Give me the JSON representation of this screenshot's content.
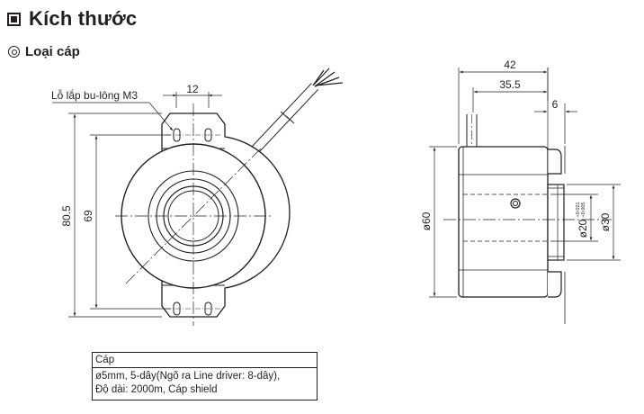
{
  "header": {
    "title": "Kích thước",
    "title_icon": "filled-square-icon",
    "subtitle": "Loại cáp",
    "subtitle_icon": "double-circle-icon"
  },
  "front_view": {
    "hole_label": "Lỗ lắp bu-lông M3",
    "dim_hole_spacing": "12",
    "dim_total_height": "80.5",
    "dim_hole_pitch": "69"
  },
  "side_view": {
    "dim_total_length": "42",
    "dim_body_length": "35.5",
    "dim_flange": "6",
    "dim_body_diameter": "ø60",
    "dim_shaft_diameter": "ø20",
    "dim_shaft_tol_upper": "+0.021",
    "dim_shaft_tol_lower": "+0.005",
    "dim_flange_diameter": "ø30"
  },
  "cable_table": {
    "header": "Cáp",
    "line1": "ø5mm, 5-dây(Ngõ ra Line driver: 8-dây),",
    "line2": "Độ dài: 2000m, Cáp shield"
  },
  "colors": {
    "ink": "#231f20",
    "body_fill": "#f4f4f4"
  }
}
